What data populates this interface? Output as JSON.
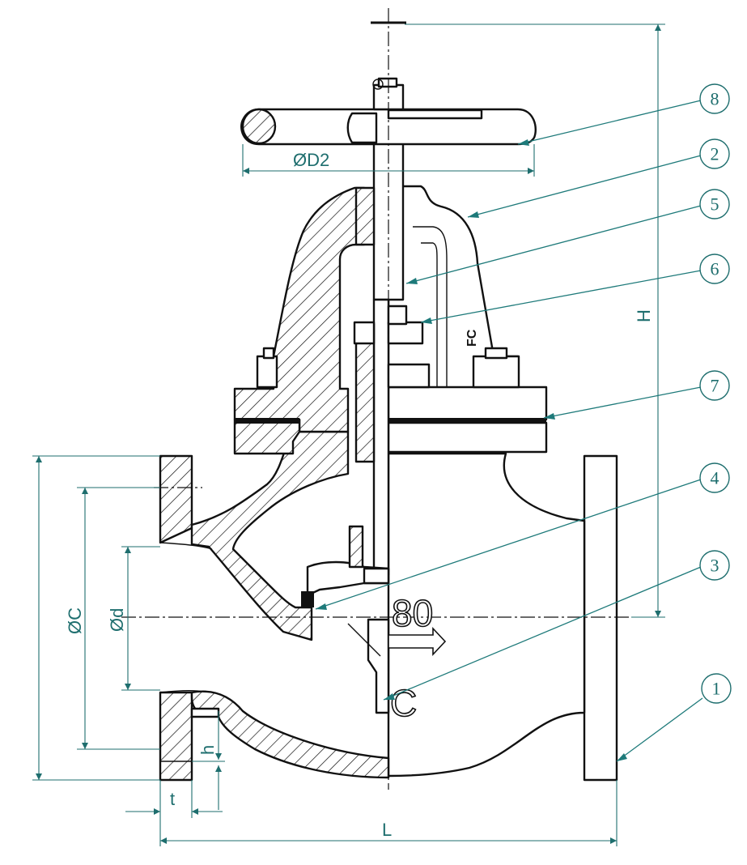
{
  "callouts": [
    {
      "label": "8"
    },
    {
      "label": "2"
    },
    {
      "label": "5"
    },
    {
      "label": "6"
    },
    {
      "label": "7"
    },
    {
      "label": "4"
    },
    {
      "label": "3"
    },
    {
      "label": "1"
    }
  ],
  "dimensions": {
    "D2": "ØD2",
    "H": "H",
    "C": "ØC",
    "d": "Ød",
    "h": "h",
    "t": "t",
    "L": "L"
  },
  "markings": {
    "size": "80",
    "body": "C",
    "bonnet": "FC"
  },
  "colors": {
    "line": "#111111",
    "dimension": "#1e6e6e",
    "leader": "#1e7a7a"
  }
}
